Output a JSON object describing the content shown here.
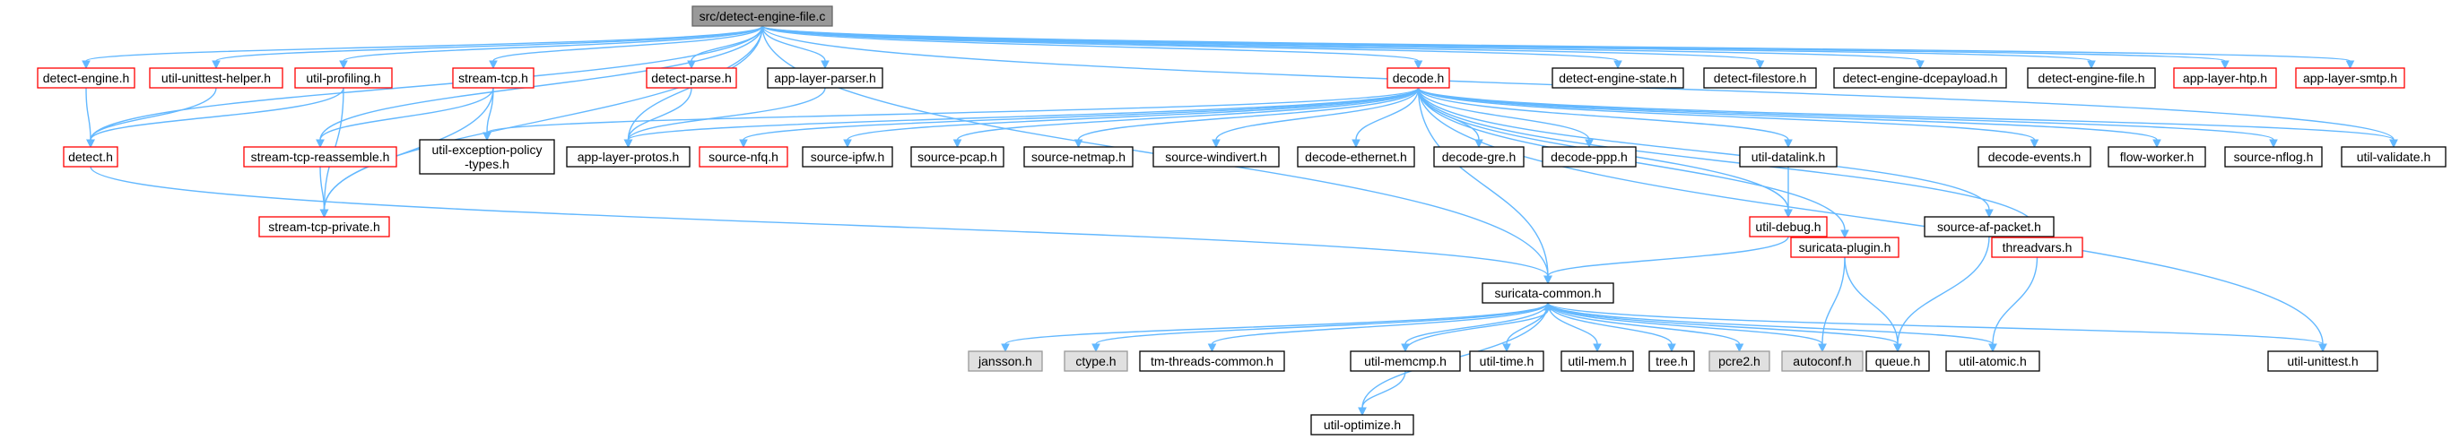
{
  "colors": {
    "edge": "#63b8ff",
    "root_fill": "#999999",
    "root_stroke": "#666666",
    "red_stroke": "#ff0000",
    "black_stroke": "#000000",
    "gray_fill": "#e0e0e0",
    "gray_stroke": "#999999",
    "white_fill": "#ffffff"
  },
  "nodes": [
    {
      "id": "root",
      "lines": [
        "src/detect-engine-file.c"
      ],
      "style": "root"
    },
    {
      "id": "detect-engine",
      "lines": [
        "detect-engine.h"
      ],
      "style": "red"
    },
    {
      "id": "util-unittest-helper",
      "lines": [
        "util-unittest-helper.h"
      ],
      "style": "red"
    },
    {
      "id": "util-profiling",
      "lines": [
        "util-profiling.h"
      ],
      "style": "red"
    },
    {
      "id": "stream-tcp",
      "lines": [
        "stream-tcp.h"
      ],
      "style": "red"
    },
    {
      "id": "detect-parse",
      "lines": [
        "detect-parse.h"
      ],
      "style": "red"
    },
    {
      "id": "app-layer-parser",
      "lines": [
        "app-layer-parser.h"
      ],
      "style": "black"
    },
    {
      "id": "decode",
      "lines": [
        "decode.h"
      ],
      "style": "red"
    },
    {
      "id": "detect-engine-state",
      "lines": [
        "detect-engine-state.h"
      ],
      "style": "black"
    },
    {
      "id": "detect-filestore",
      "lines": [
        "detect-filestore.h"
      ],
      "style": "black"
    },
    {
      "id": "detect-engine-dcepayload",
      "lines": [
        "detect-engine-dcepayload.h"
      ],
      "style": "black"
    },
    {
      "id": "detect-engine-file",
      "lines": [
        "detect-engine-file.h"
      ],
      "style": "black"
    },
    {
      "id": "app-layer-htp",
      "lines": [
        "app-layer-htp.h"
      ],
      "style": "red"
    },
    {
      "id": "app-layer-smtp",
      "lines": [
        "app-layer-smtp.h"
      ],
      "style": "red"
    },
    {
      "id": "detect",
      "lines": [
        "detect.h"
      ],
      "style": "red"
    },
    {
      "id": "stream-tcp-reassemble",
      "lines": [
        "stream-tcp-reassemble.h"
      ],
      "style": "red"
    },
    {
      "id": "util-exception-policy-types",
      "lines": [
        "util-exception-policy",
        "-types.h"
      ],
      "style": "black"
    },
    {
      "id": "app-layer-protos",
      "lines": [
        "app-layer-protos.h"
      ],
      "style": "black"
    },
    {
      "id": "source-nfq",
      "lines": [
        "source-nfq.h"
      ],
      "style": "red"
    },
    {
      "id": "source-ipfw",
      "lines": [
        "source-ipfw.h"
      ],
      "style": "black"
    },
    {
      "id": "source-pcap",
      "lines": [
        "source-pcap.h"
      ],
      "style": "black"
    },
    {
      "id": "source-netmap",
      "lines": [
        "source-netmap.h"
      ],
      "style": "black"
    },
    {
      "id": "source-windivert",
      "lines": [
        "source-windivert.h"
      ],
      "style": "black"
    },
    {
      "id": "decode-ethernet",
      "lines": [
        "decode-ethernet.h"
      ],
      "style": "black"
    },
    {
      "id": "decode-gre",
      "lines": [
        "decode-gre.h"
      ],
      "style": "black"
    },
    {
      "id": "decode-ppp",
      "lines": [
        "decode-ppp.h"
      ],
      "style": "black"
    },
    {
      "id": "util-datalink",
      "lines": [
        "util-datalink.h"
      ],
      "style": "black"
    },
    {
      "id": "decode-events",
      "lines": [
        "decode-events.h"
      ],
      "style": "black"
    },
    {
      "id": "flow-worker",
      "lines": [
        "flow-worker.h"
      ],
      "style": "black"
    },
    {
      "id": "source-nflog",
      "lines": [
        "source-nflog.h"
      ],
      "style": "black"
    },
    {
      "id": "util-validate",
      "lines": [
        "util-validate.h"
      ],
      "style": "black"
    },
    {
      "id": "stream-tcp-private",
      "lines": [
        "stream-tcp-private.h"
      ],
      "style": "red"
    },
    {
      "id": "util-debug",
      "lines": [
        "util-debug.h"
      ],
      "style": "red"
    },
    {
      "id": "source-af-packet",
      "lines": [
        "source-af-packet.h"
      ],
      "style": "black"
    },
    {
      "id": "suricata-plugin",
      "lines": [
        "suricata-plugin.h"
      ],
      "style": "red"
    },
    {
      "id": "threadvars",
      "lines": [
        "threadvars.h"
      ],
      "style": "red"
    },
    {
      "id": "suricata-common",
      "lines": [
        "suricata-common.h"
      ],
      "style": "black"
    },
    {
      "id": "jansson",
      "lines": [
        "jansson.h"
      ],
      "style": "gray"
    },
    {
      "id": "ctype",
      "lines": [
        "ctype.h"
      ],
      "style": "gray"
    },
    {
      "id": "tm-threads-common",
      "lines": [
        "tm-threads-common.h"
      ],
      "style": "black"
    },
    {
      "id": "util-memcmp",
      "lines": [
        "util-memcmp.h"
      ],
      "style": "black"
    },
    {
      "id": "util-time",
      "lines": [
        "util-time.h"
      ],
      "style": "black"
    },
    {
      "id": "util-mem",
      "lines": [
        "util-mem.h"
      ],
      "style": "black"
    },
    {
      "id": "tree",
      "lines": [
        "tree.h"
      ],
      "style": "black"
    },
    {
      "id": "pcre2",
      "lines": [
        "pcre2.h"
      ],
      "style": "gray"
    },
    {
      "id": "autoconf",
      "lines": [
        "autoconf.h"
      ],
      "style": "gray"
    },
    {
      "id": "queue",
      "lines": [
        "queue.h"
      ],
      "style": "black"
    },
    {
      "id": "util-atomic",
      "lines": [
        "util-atomic.h"
      ],
      "style": "black"
    },
    {
      "id": "util-unittest",
      "lines": [
        "util-unittest.h"
      ],
      "style": "black"
    },
    {
      "id": "util-optimize",
      "lines": [
        "util-optimize.h"
      ],
      "style": "black"
    }
  ],
  "edges": [
    [
      "root",
      "detect-engine"
    ],
    [
      "root",
      "util-unittest-helper"
    ],
    [
      "root",
      "util-profiling"
    ],
    [
      "root",
      "stream-tcp"
    ],
    [
      "root",
      "detect-parse"
    ],
    [
      "root",
      "app-layer-parser"
    ],
    [
      "root",
      "decode"
    ],
    [
      "root",
      "detect-engine-state"
    ],
    [
      "root",
      "detect-filestore"
    ],
    [
      "root",
      "detect-engine-dcepayload"
    ],
    [
      "root",
      "detect-engine-file"
    ],
    [
      "root",
      "app-layer-htp"
    ],
    [
      "root",
      "app-layer-smtp"
    ],
    [
      "root",
      "detect"
    ],
    [
      "root",
      "suricata-common"
    ],
    [
      "root",
      "app-layer-protos"
    ],
    [
      "root",
      "stream-tcp-reassemble"
    ],
    [
      "root",
      "util-validate"
    ],
    [
      "root",
      "stream-tcp-private"
    ],
    [
      "detect-engine",
      "detect"
    ],
    [
      "util-unittest-helper",
      "detect"
    ],
    [
      "util-profiling",
      "detect"
    ],
    [
      "util-profiling",
      "stream-tcp-private"
    ],
    [
      "stream-tcp",
      "stream-tcp-reassemble"
    ],
    [
      "stream-tcp",
      "util-exception-policy-types"
    ],
    [
      "stream-tcp",
      "stream-tcp-private"
    ],
    [
      "detect-parse",
      "app-layer-protos"
    ],
    [
      "app-layer-parser",
      "app-layer-protos"
    ],
    [
      "stream-tcp-reassemble",
      "stream-tcp-private"
    ],
    [
      "detect",
      "suricata-common"
    ],
    [
      "decode",
      "util-exception-policy-types"
    ],
    [
      "decode",
      "app-layer-protos"
    ],
    [
      "decode",
      "source-nfq"
    ],
    [
      "decode",
      "source-ipfw"
    ],
    [
      "decode",
      "source-pcap"
    ],
    [
      "decode",
      "source-netmap"
    ],
    [
      "decode",
      "source-windivert"
    ],
    [
      "decode",
      "decode-ethernet"
    ],
    [
      "decode",
      "decode-gre"
    ],
    [
      "decode",
      "decode-ppp"
    ],
    [
      "decode",
      "util-datalink"
    ],
    [
      "decode",
      "decode-events"
    ],
    [
      "decode",
      "flow-worker"
    ],
    [
      "decode",
      "source-nflog"
    ],
    [
      "decode",
      "util-validate"
    ],
    [
      "decode",
      "util-debug"
    ],
    [
      "decode",
      "source-af-packet"
    ],
    [
      "decode",
      "suricata-plugin"
    ],
    [
      "decode",
      "threadvars"
    ],
    [
      "decode",
      "suricata-common"
    ],
    [
      "decode",
      "util-unittest"
    ],
    [
      "util-datalink",
      "util-debug"
    ],
    [
      "util-debug",
      "suricata-common"
    ],
    [
      "source-af-packet",
      "queue"
    ],
    [
      "suricata-plugin",
      "autoconf"
    ],
    [
      "suricata-plugin",
      "queue"
    ],
    [
      "threadvars",
      "util-atomic"
    ],
    [
      "suricata-common",
      "jansson"
    ],
    [
      "suricata-common",
      "ctype"
    ],
    [
      "suricata-common",
      "tm-threads-common"
    ],
    [
      "suricata-common",
      "util-memcmp"
    ],
    [
      "suricata-common",
      "util-time"
    ],
    [
      "suricata-common",
      "util-mem"
    ],
    [
      "suricata-common",
      "tree"
    ],
    [
      "suricata-common",
      "pcre2"
    ],
    [
      "suricata-common",
      "autoconf"
    ],
    [
      "suricata-common",
      "queue"
    ],
    [
      "suricata-common",
      "util-atomic"
    ],
    [
      "suricata-common",
      "util-unittest"
    ],
    [
      "suricata-common",
      "util-optimize"
    ],
    [
      "util-memcmp",
      "suricata-common"
    ],
    [
      "util-memcmp",
      "util-optimize"
    ]
  ]
}
